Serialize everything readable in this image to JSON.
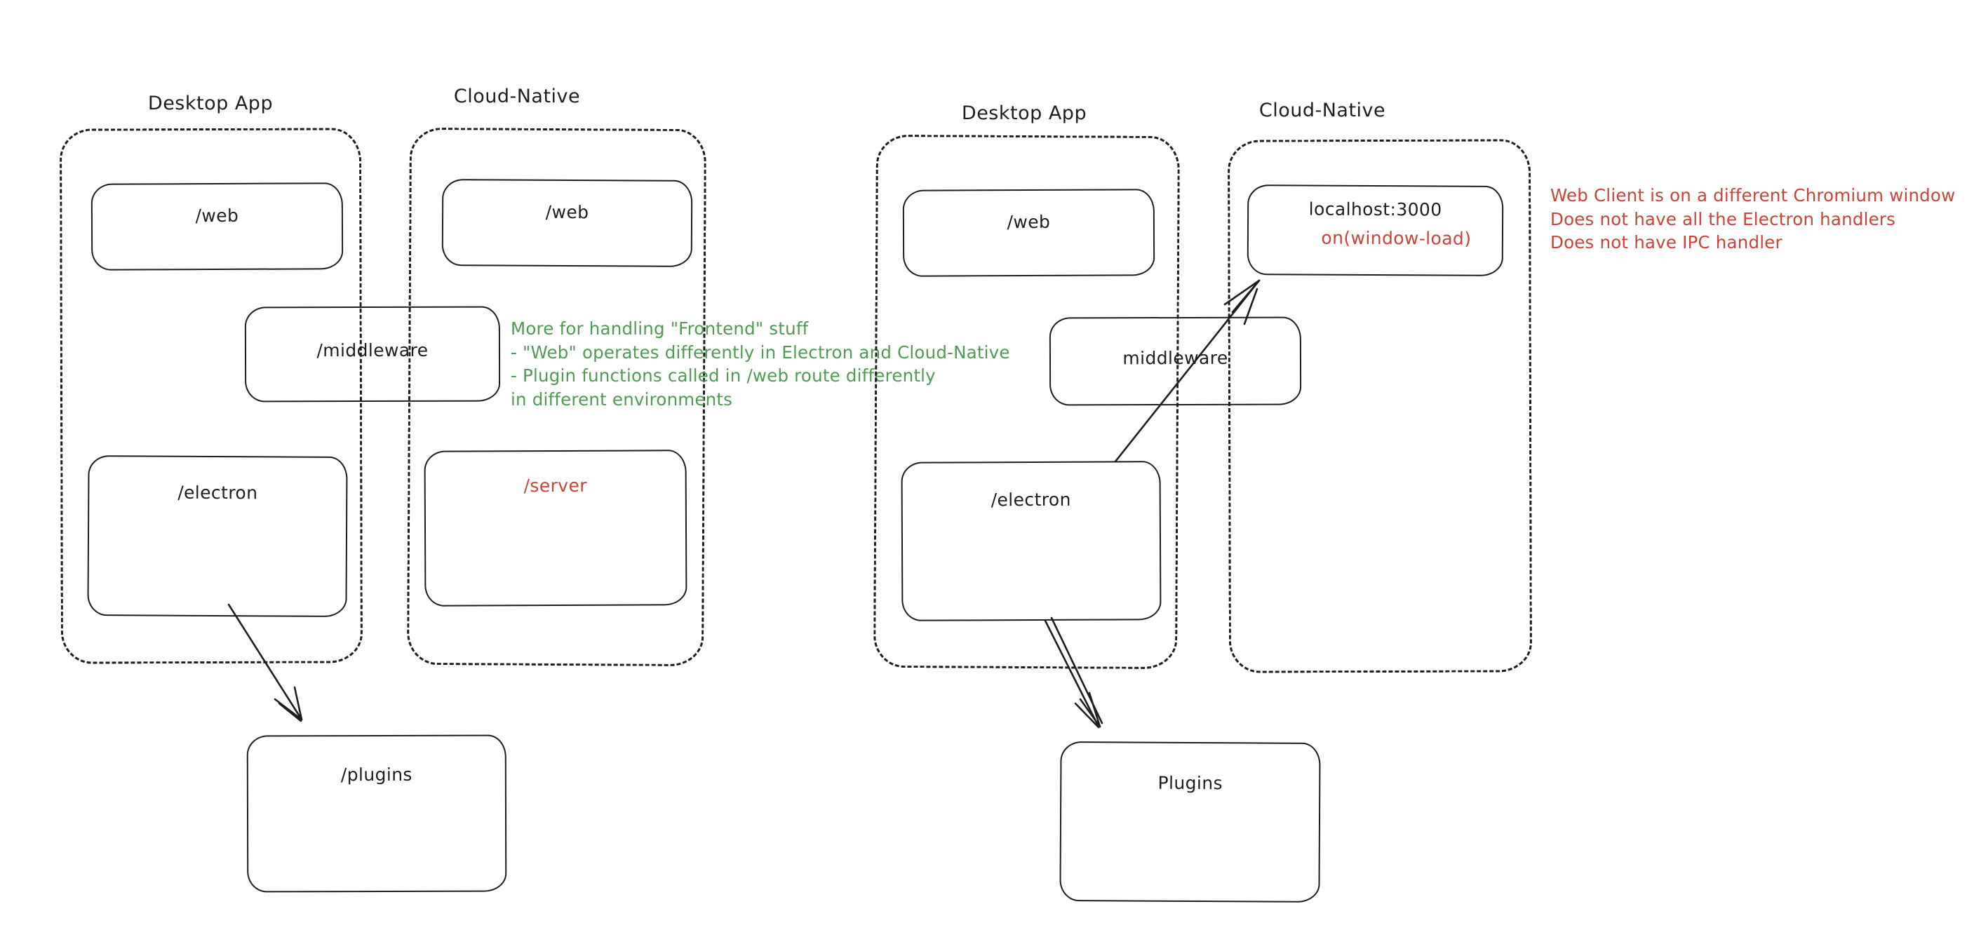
{
  "colors": {
    "background": "#ffffff",
    "ink": "#1e1e1e",
    "green_annotation": "#4f9b52",
    "red_annotation": "#c8443a"
  },
  "left": {
    "desktop_title": "Desktop App",
    "cloud_title": "Cloud-Native",
    "web_desktop": "/web",
    "web_cloud": "/web",
    "middleware": "/middleware",
    "electron": "/electron",
    "server": "/server",
    "plugins": "/plugins",
    "note_lines": [
      "More for handling \"Frontend\" stuff",
      "- \"Web\" operates differently in Electron and Cloud-Native",
      "- Plugin functions called in /web route differently",
      "in different environments"
    ]
  },
  "right": {
    "desktop_title": "Desktop App",
    "cloud_title": "Cloud-Native",
    "web": "/web",
    "localhost": "localhost:3000",
    "localhost_event": "on(window-load)",
    "middleware": "middleware",
    "electron": "/electron",
    "plugins": "Plugins",
    "note_lines": [
      "Web Client is on a different Chromium window",
      "Does not have all the Electron handlers",
      "Does not have IPC handler"
    ]
  }
}
